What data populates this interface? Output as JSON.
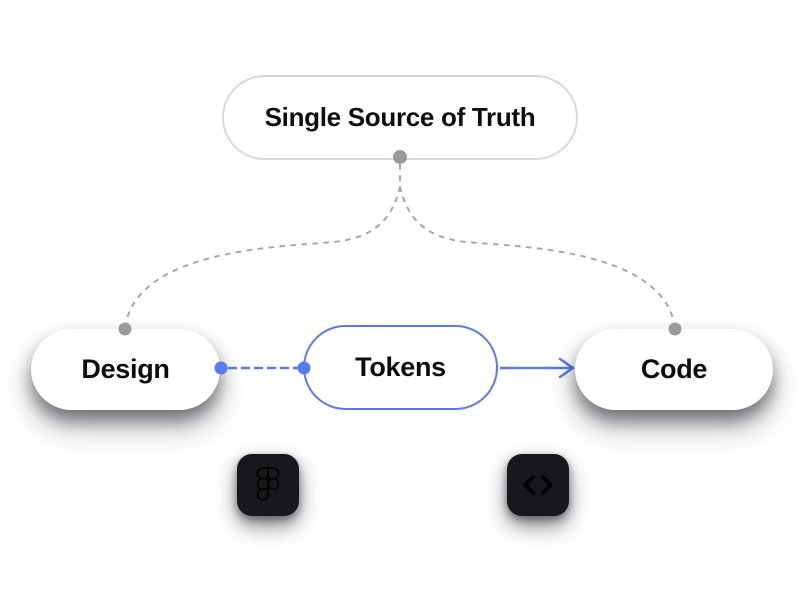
{
  "diagram": {
    "title_node": {
      "label": "Single Source of Truth"
    },
    "nodes": [
      {
        "id": "design",
        "label": "Design"
      },
      {
        "id": "tokens",
        "label": "Tokens"
      },
      {
        "id": "code",
        "label": "Code"
      }
    ],
    "icons": [
      {
        "name": "figma-icon"
      },
      {
        "name": "code-brackets-icon"
      }
    ],
    "connections": [
      {
        "from": "single-source-of-truth",
        "to": "design",
        "style": "dashed-gray"
      },
      {
        "from": "single-source-of-truth",
        "to": "code",
        "style": "dashed-gray"
      },
      {
        "from": "design",
        "to": "tokens",
        "style": "dashed-blue-dots"
      },
      {
        "from": "tokens",
        "to": "code",
        "style": "solid-blue-arrow"
      }
    ],
    "colors": {
      "accent_blue": "#5b7af2",
      "connector_gray": "#a6a6ac",
      "dot_gray": "#9b9b9f",
      "pill_border_gray": "#d8d8df",
      "icon_background": "#17181c",
      "text": "#0d0d11",
      "background": "#ffffff"
    }
  }
}
